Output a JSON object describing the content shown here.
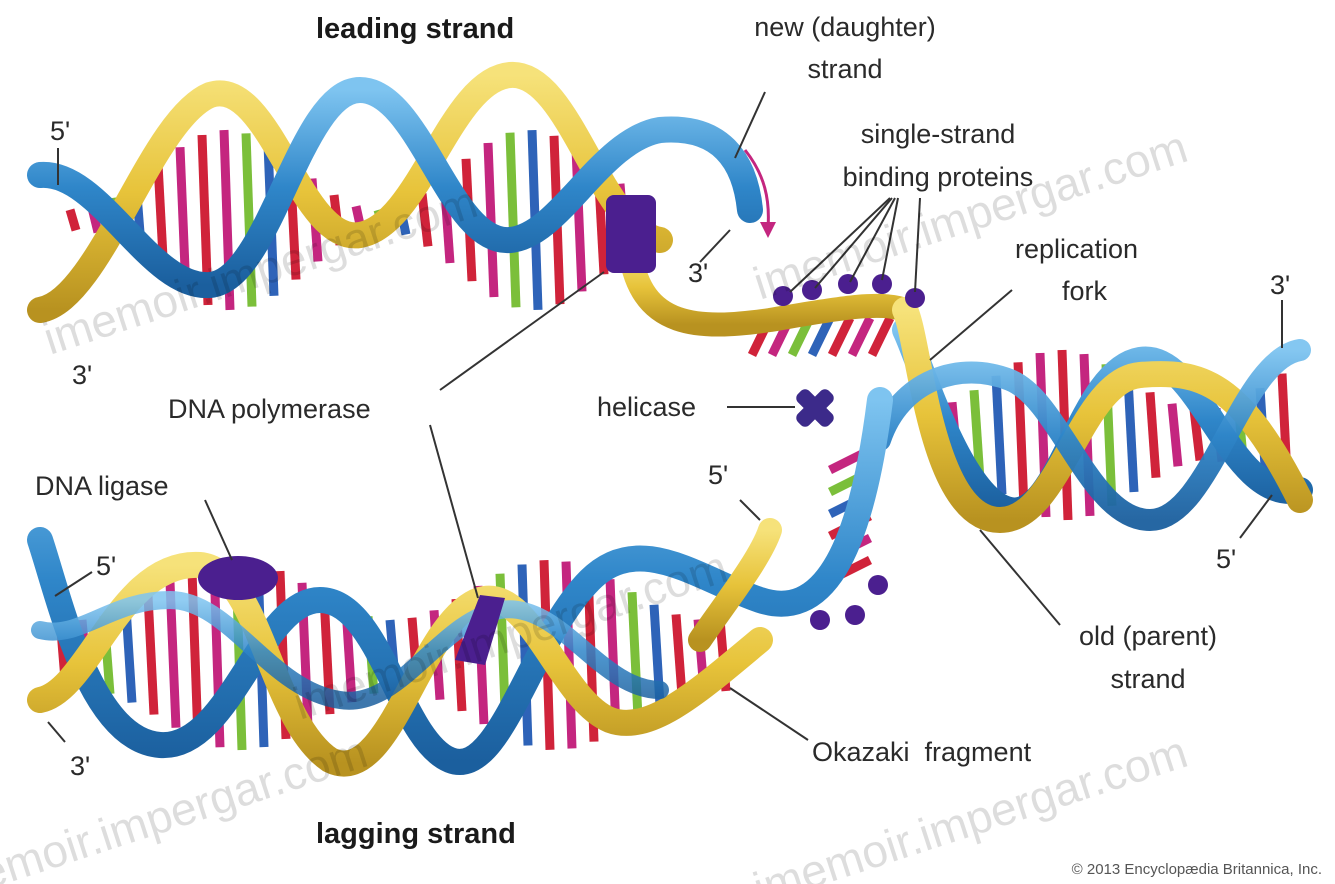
{
  "labels": {
    "leading_strand": "leading strand",
    "lagging_strand": "lagging strand",
    "new_daughter_strand_line1": "new (daughter)",
    "new_daughter_strand_line2": "strand",
    "ssb_line1": "single-strand",
    "ssb_line2": "binding proteins",
    "replication_fork_line1": "replication",
    "replication_fork_line2": "fork",
    "dna_polymerase": "DNA polymerase",
    "helicase": "helicase",
    "dna_ligase": "DNA ligase",
    "old_parent_strand_line1": "old (parent)",
    "old_parent_strand_line2": "strand",
    "okazaki_fragment": "Okazaki  fragment",
    "end_5_top_left": "5'",
    "end_3_top_left": "3'",
    "end_3_daughter": "3'",
    "end_3_right": "3'",
    "end_5_right": "5'",
    "end_5_middle": "5'",
    "end_5_bottom_left": "5'",
    "end_3_bottom_left": "3'"
  },
  "watermarks": {
    "top": "imemoir.impergar.com",
    "top_right": "imemoir.impergar.com",
    "middle": "imemoir.impergar.com",
    "bottom_left": "imemoir.impergar.com",
    "bottom_right": "imemoir.impergar.com"
  },
  "credit": "© 2013 Encyclopædia Britannica, Inc.",
  "colors": {
    "backbone_blue": "#2f86c9",
    "backbone_gold": "#e7c33a",
    "base_red": "#d0233a",
    "base_magenta": "#c4267f",
    "base_green": "#7bbf3a",
    "base_blue": "#2e63b8",
    "enzyme_purple": "#4b1f8f"
  }
}
